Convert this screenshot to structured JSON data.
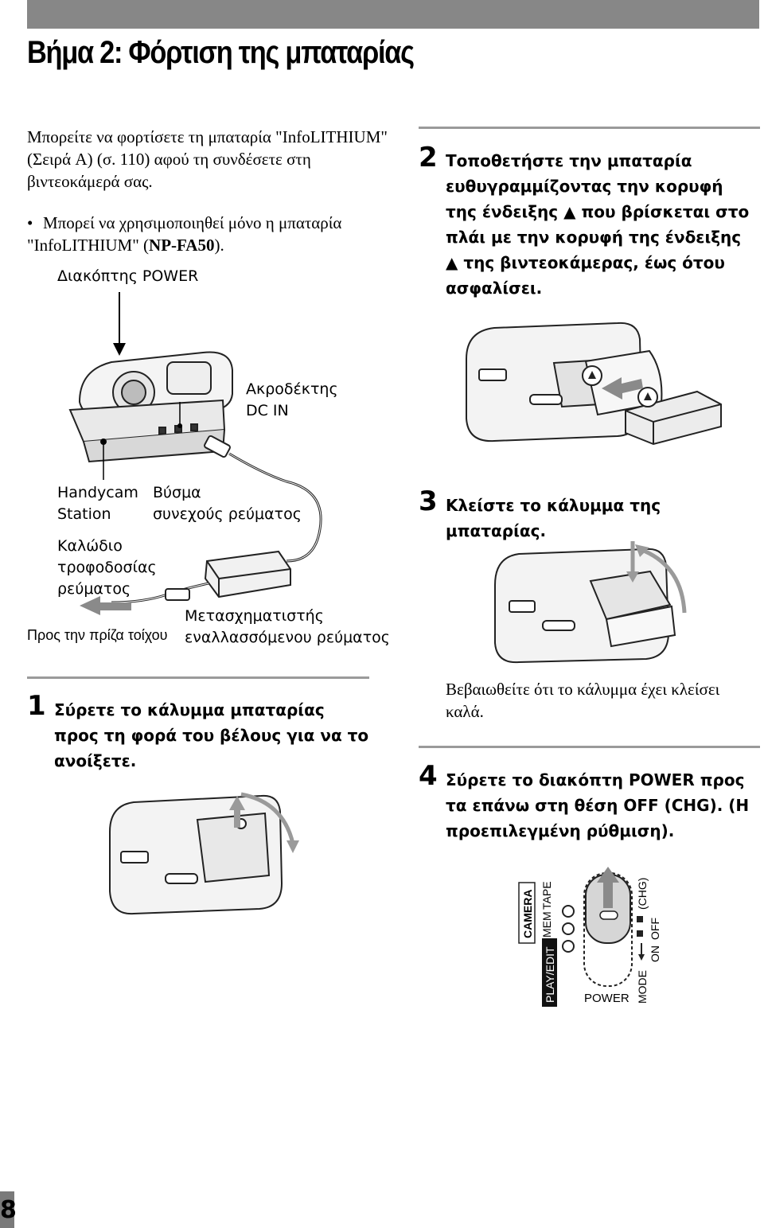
{
  "page_title": "Βήμα 2: Φόρτιση της μπαταρίας",
  "intro": "Μπορείτε να φορτίσετε τη μπαταρία \"InfoLITHIUM\" (Σειρά A) (σ. 110) αφού τη συνδέσετε στη βιντεοκάμερά σας.",
  "bullet": {
    "symbol": "•",
    "text_prefix": "Μπορεί να χρησιμοποιηθεί μόνο η μπαταρία \"InfoLITHIUM\" (",
    "model": "NP-FA50",
    "text_suffix": ")."
  },
  "diagram_labels": {
    "power_switch": "Διακόπτης POWER",
    "dc_in_line1": "Ακροδέκτης",
    "dc_in_line2": "DC IN",
    "handycam_line1": "Handycam",
    "handycam_line2": "Station",
    "dc_plug_line1": "Βύσμα",
    "dc_plug_line2": "συνεχούς ρεύματος",
    "power_cord_line1": "Καλώδιο",
    "power_cord_line2": "τροφοδοσίας",
    "power_cord_line3": "ρεύματος",
    "wall_outlet": "Προς την πρίζα τοίχου",
    "ac_adaptor_line1": "Μετασχηματιστής",
    "ac_adaptor_line2": "εναλλασσόμενου ρεύματος"
  },
  "steps": [
    {
      "number": "1",
      "text": "Σύρετε το κάλυμμα μπαταρίας προς τη φορά του βέλους για να το ανοίξετε."
    },
    {
      "number": "2",
      "text_part1": "Τοποθετήστε την μπαταρία ευθυγραμμίζοντας την κορυφή της ένδειξης",
      "mark": "▲",
      "text_part2": "που βρίσκεται στο πλάι με την κορυφή της ένδειξης",
      "text_part3": "της βιντεοκάμερας, έως ότου ασφαλίσει."
    },
    {
      "number": "3",
      "text": "Κλείστε το κάλυμμα της μπαταρίας."
    },
    {
      "number": "4",
      "text": "Σύρετε το διακόπτη POWER προς τα επάνω στη θέση OFF (CHG). (Η προεπιλεγμένη ρύθμιση)."
    }
  ],
  "step3_note": "Βεβαιωθείτε ότι το κάλυμμα έχει κλείσει καλά.",
  "switch_labels": {
    "camera": "CAMERA",
    "mem": "MEM",
    "tape": "TAPE",
    "play_edit": "PLAY/EDIT",
    "chg": "(CHG)",
    "off": "OFF",
    "on": "ON",
    "mode": "MODE",
    "power": "POWER"
  },
  "page_number": "8"
}
